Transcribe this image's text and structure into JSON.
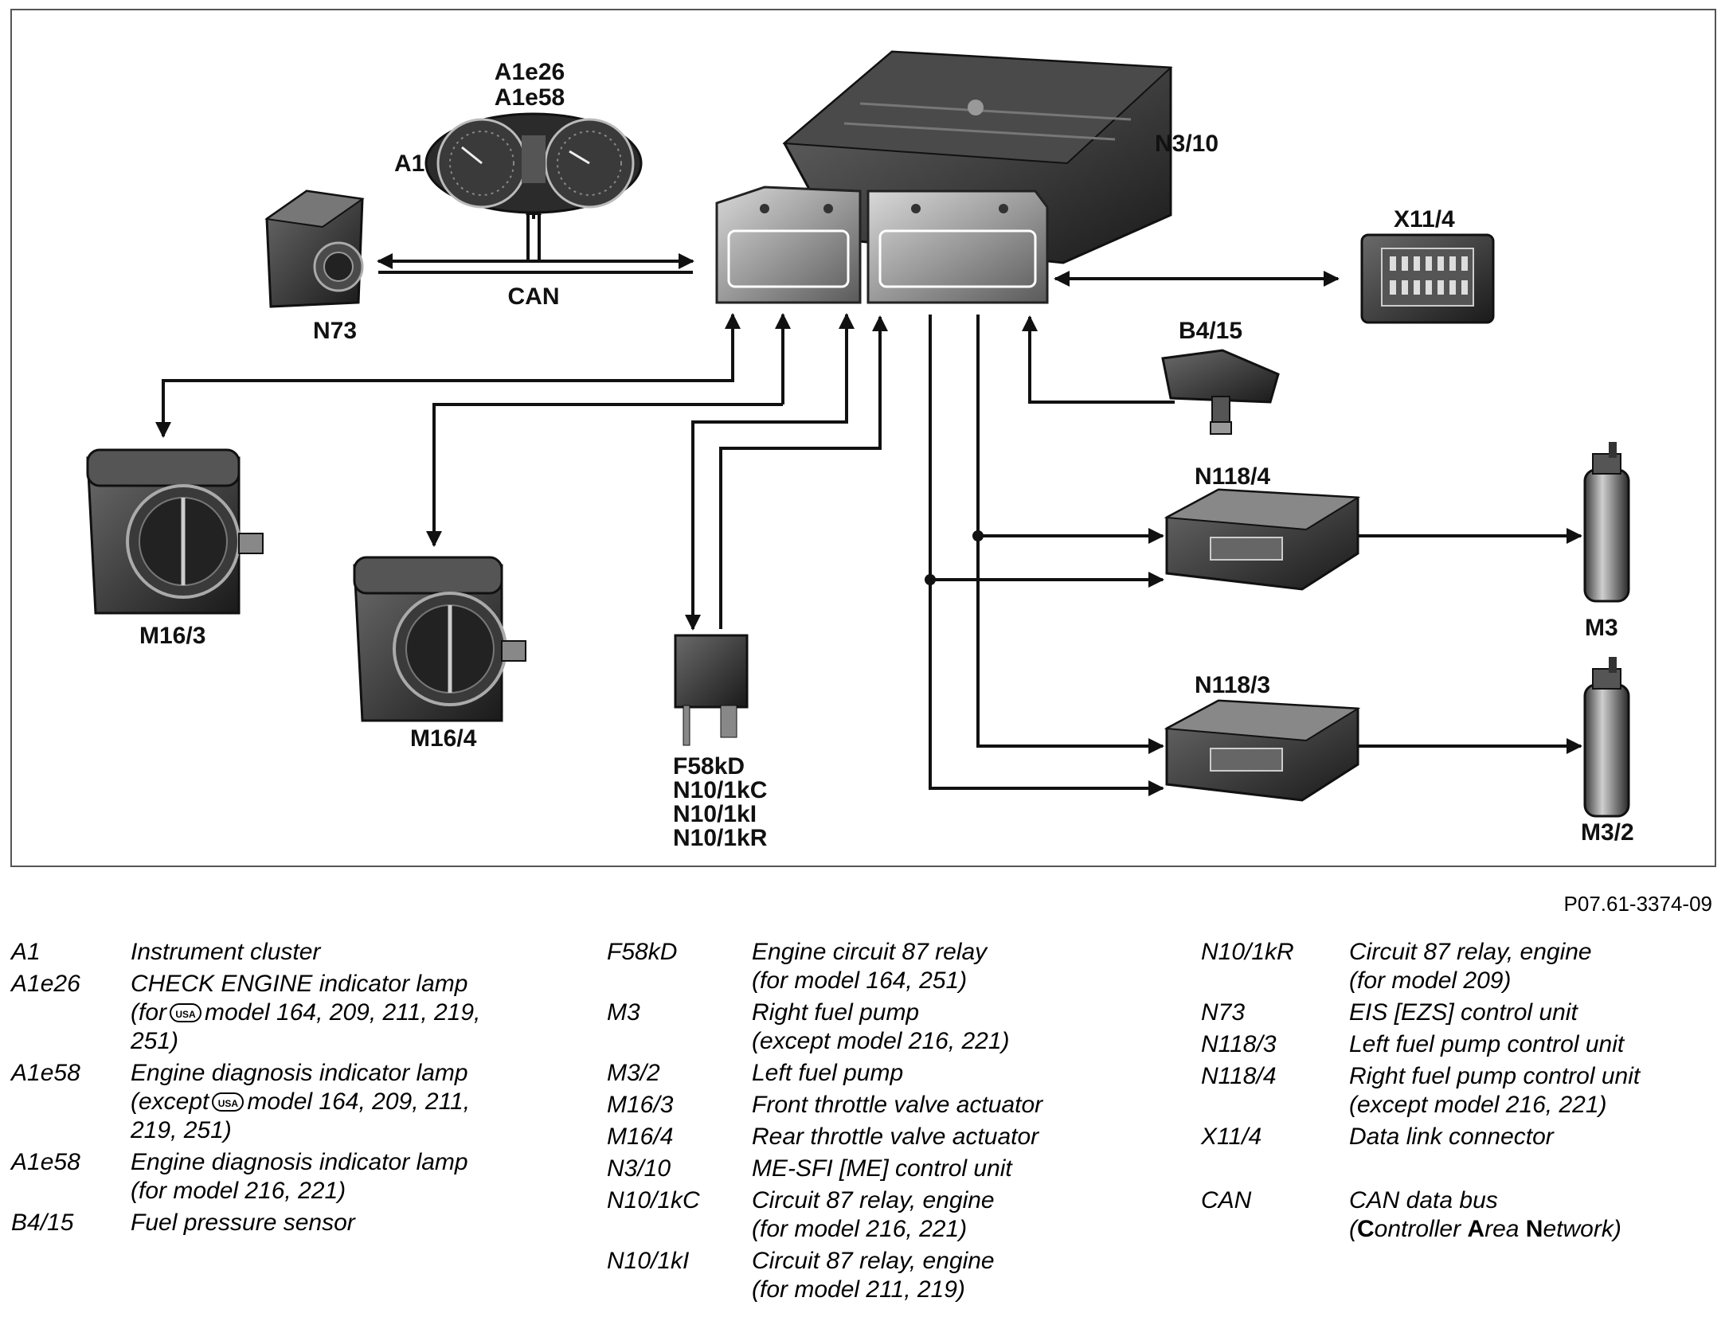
{
  "diagram": {
    "labels": {
      "a1e26": "A1e26",
      "a1e58": "A1e58",
      "a1": "A1",
      "n3_10": "N3/10",
      "x11_4": "X11/4",
      "n73": "N73",
      "can": "CAN",
      "b4_15": "B4/15",
      "n118_4": "N118/4",
      "n118_3": "N118/3",
      "m3": "M3",
      "m3_2": "M3/2",
      "m16_3": "M16/3",
      "m16_4": "M16/4",
      "f58kd": "F58kD",
      "n10_1kc": "N10/1kC",
      "n10_1ki": "N10/1kI",
      "n10_1kr": "N10/1kR"
    },
    "reference": "P07.61-3374-09",
    "icons": [
      "instrument-cluster",
      "eis-control-unit",
      "me-sfi-control-unit",
      "data-link-connector",
      "fuel-pressure-sensor",
      "fuel-pump-control-unit",
      "fuel-pump",
      "throttle-valve-actuator",
      "relay"
    ],
    "colors": {
      "line": "#111111",
      "device_dark": "#2a2a2a",
      "device_light": "#b8b8b8",
      "frame": "#555555"
    }
  },
  "legend": {
    "col1": [
      {
        "code": "A1",
        "lines": [
          "Instrument cluster"
        ]
      },
      {
        "code": "A1e26",
        "lines": [
          "CHECK ENGINE indicator lamp"
        ],
        "usa_pre": "(for",
        "usa_icon": "USA",
        "usa_post": "model 164, 209, 211, 219,",
        "extra": [
          "251)"
        ]
      },
      {
        "code": "A1e58",
        "lines": [
          "Engine diagnosis indicator lamp"
        ],
        "usa_pre": "(except",
        "usa_icon": "USA",
        "usa_post": "model 164, 209, 211,",
        "extra": [
          "219, 251)"
        ]
      },
      {
        "code": "A1e58",
        "lines": [
          "Engine diagnosis indicator lamp",
          "(for model 216, 221)"
        ]
      },
      {
        "code": "B4/15",
        "lines": [
          "Fuel pressure sensor"
        ]
      }
    ],
    "col2": [
      {
        "code": "F58kD",
        "lines": [
          "Engine circuit 87 relay",
          "(for model 164, 251)"
        ]
      },
      {
        "code": "M3",
        "lines": [
          "Right fuel pump",
          "(except model 216, 221)"
        ]
      },
      {
        "code": "M3/2",
        "lines": [
          "Left fuel pump"
        ]
      },
      {
        "code": "M16/3",
        "lines": [
          "Front throttle valve actuator"
        ]
      },
      {
        "code": "M16/4",
        "lines": [
          "Rear throttle valve actuator"
        ]
      },
      {
        "code": "N3/10",
        "lines": [
          "ME-SFI [ME] control unit"
        ]
      },
      {
        "code": "N10/1kC",
        "lines": [
          "Circuit 87 relay, engine",
          "(for model 216, 221)"
        ]
      },
      {
        "code": "N10/1kI",
        "lines": [
          "Circuit 87 relay, engine",
          "(for model 211, 219)"
        ]
      }
    ],
    "col3": [
      {
        "code": "N10/1kR",
        "lines": [
          "Circuit 87 relay, engine",
          "(for model 209)"
        ]
      },
      {
        "code": "N73",
        "lines": [
          "EIS [EZS] control unit"
        ]
      },
      {
        "code": "N118/3",
        "lines": [
          "Left fuel pump control unit"
        ]
      },
      {
        "code": "N118/4",
        "lines": [
          "Right fuel pump control unit",
          "(except model 216, 221)"
        ]
      },
      {
        "code": "X11/4",
        "lines": [
          "Data link connector"
        ]
      }
    ],
    "can": {
      "code": "CAN",
      "line1": "CAN data bus",
      "open": "(",
      "b1": "C",
      "t1": "ontroller",
      "b2": "A",
      "t2": "rea",
      "b3": "N",
      "t3": "etwork)"
    }
  }
}
